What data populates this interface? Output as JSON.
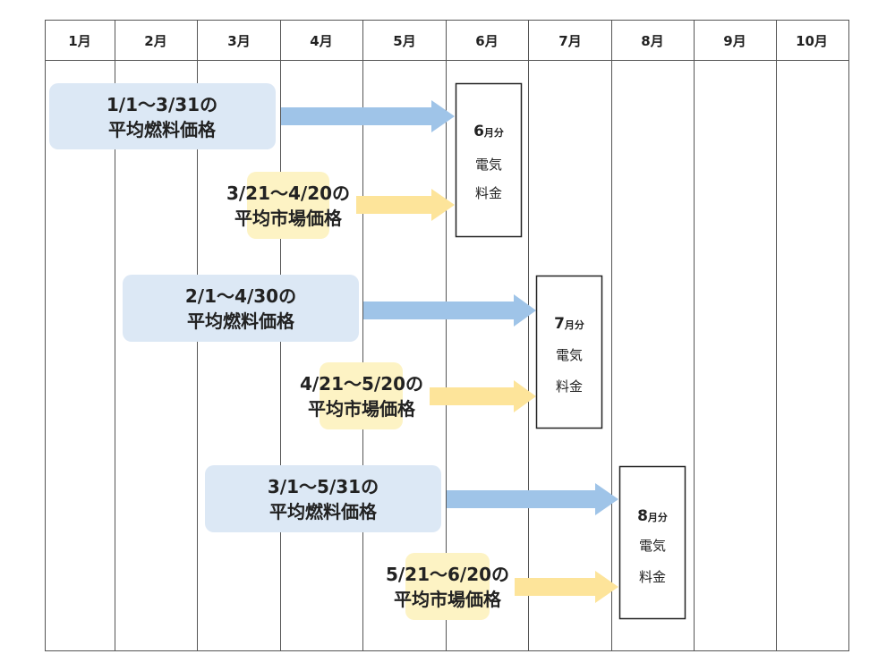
{
  "months": [
    "1月",
    "2月",
    "3月",
    "4月",
    "5月",
    "6月",
    "7月",
    "8月",
    "9月",
    "10月"
  ],
  "colors": {
    "fuel_box": "#dce8f5",
    "fuel_arrow": "#9fc4e8",
    "market_box": "#fdf3c4",
    "market_arrow": "#fde49a",
    "grid_line": "#555555",
    "bill_border": "#222222"
  },
  "groups": [
    {
      "fuel_period": "1/1～3/31の",
      "fuel_label": "平均燃料価格",
      "market_period": "3/21～4/20の",
      "market_label": "平均市場価格",
      "bill_month_num": "6",
      "bill_month_suffix": "月分",
      "bill_line1": "電気",
      "bill_line2": "料金"
    },
    {
      "fuel_period": "2/1～4/30の",
      "fuel_label": "平均燃料価格",
      "market_period": "4/21～5/20の",
      "market_label": "平均市場価格",
      "bill_month_num": "7",
      "bill_month_suffix": "月分",
      "bill_line1": "電気",
      "bill_line2": "料金"
    },
    {
      "fuel_period": "3/1～5/31の",
      "fuel_label": "平均燃料価格",
      "market_period": "5/21～6/20の",
      "market_label": "平均市場価格",
      "bill_month_num": "8",
      "bill_month_suffix": "月分",
      "bill_line1": "電気",
      "bill_line2": "料金"
    }
  ]
}
